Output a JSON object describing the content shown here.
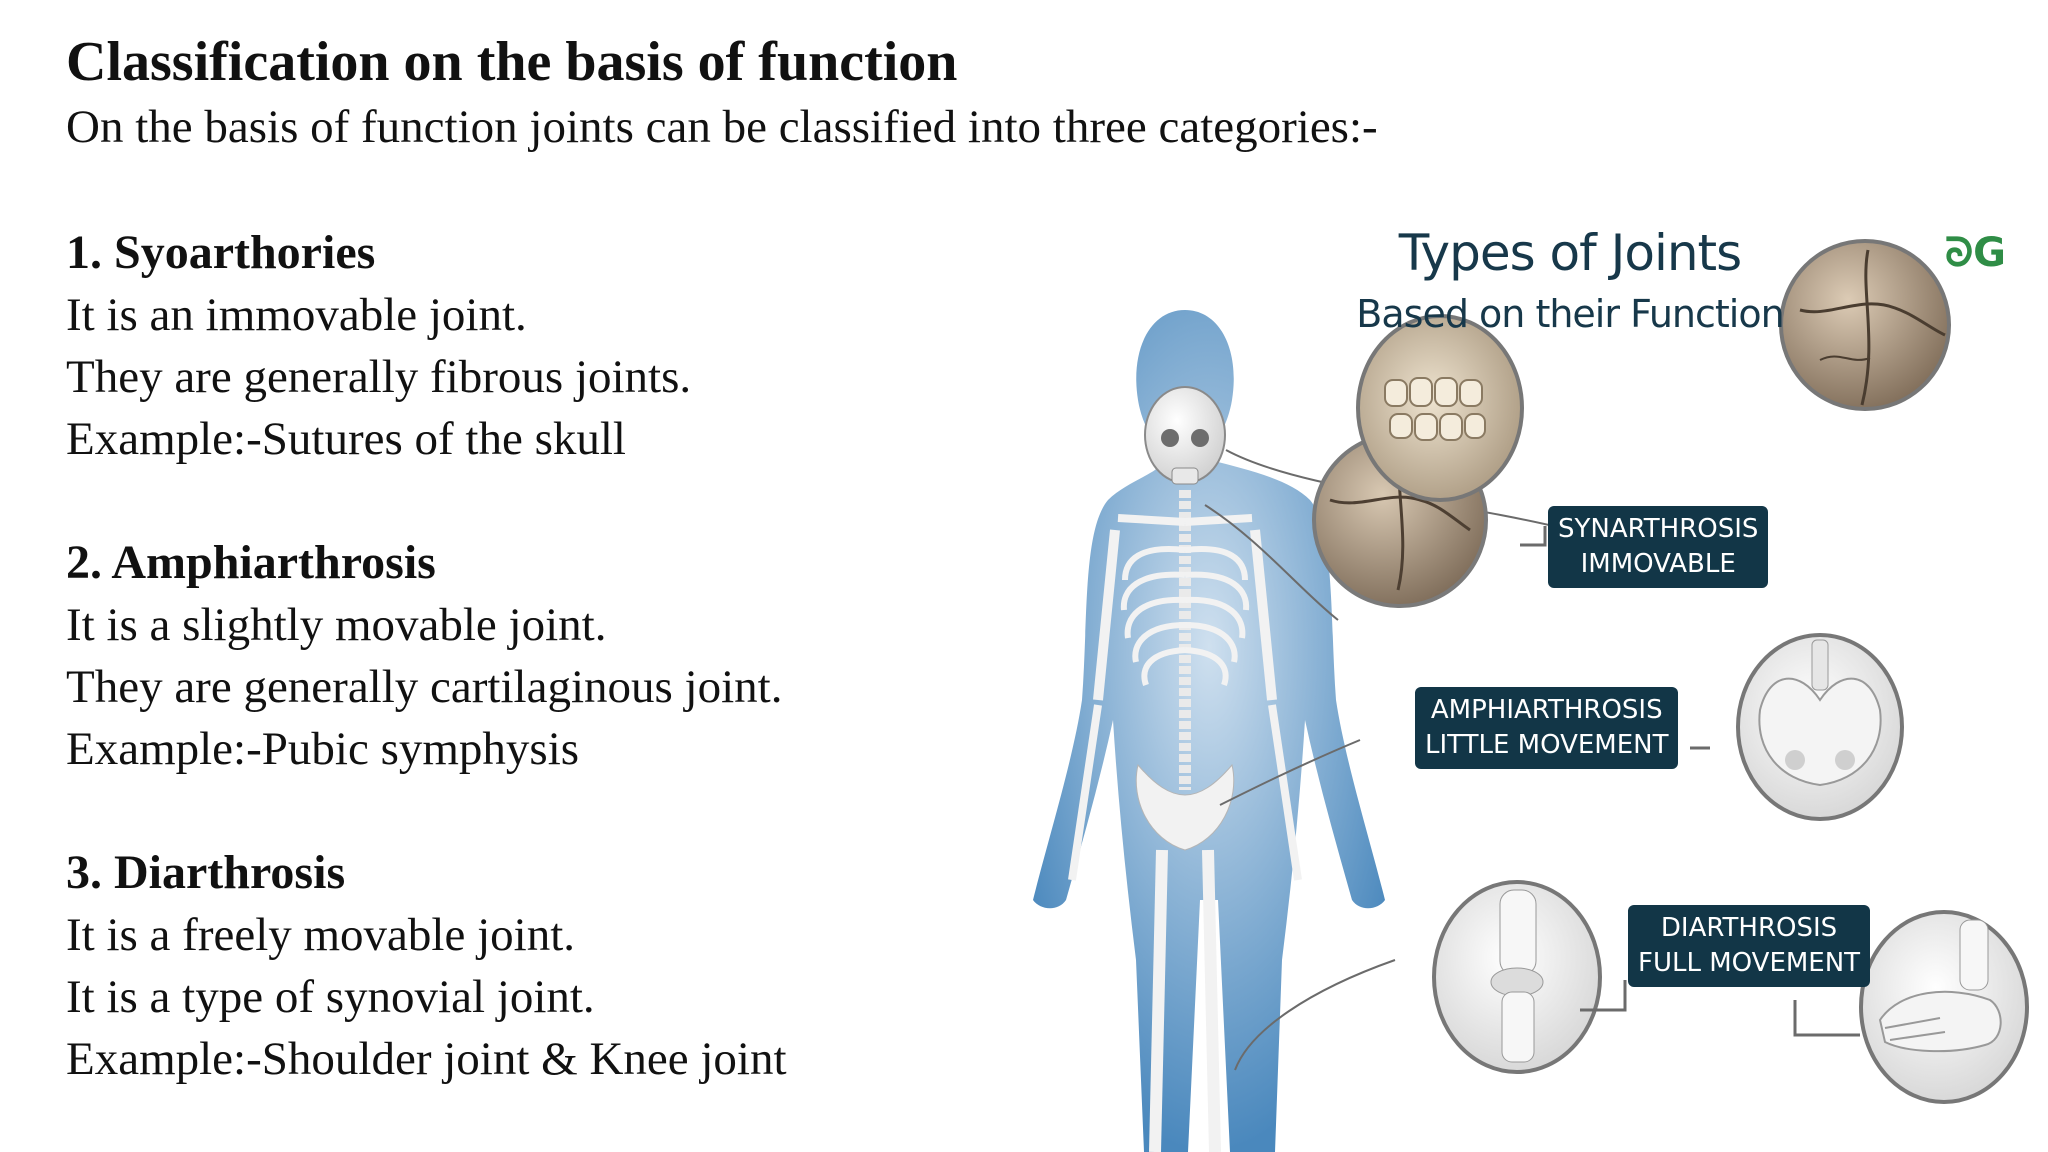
{
  "slide": {
    "title": "Classification on the basis of function",
    "subtitle": "On the basis of function joints can be classified into three categories:-"
  },
  "sections": [
    {
      "heading": "1. Syoarthories",
      "lines": [
        "It is an immovable joint.",
        "They are generally fibrous joints.",
        "Example:-Sutures of the skull"
      ]
    },
    {
      "heading": "2. Amphiarthrosis",
      "lines": [
        "It is a slightly movable joint.",
        "They are generally cartilaginous joint.",
        "Example:-Pubic symphysis"
      ]
    },
    {
      "heading": "3. Diarthrosis",
      "lines": [
        "It is a freely movable joint.",
        "It is a type of synovial joint.",
        "Example:-Shoulder joint & Knee joint"
      ]
    }
  ],
  "infographic": {
    "title": "Types of Joints",
    "subtitle": "Based on their Function",
    "logo": "ᘐG",
    "tags": [
      {
        "line1": "SYNARTHROSIS",
        "line2": "IMMOVABLE"
      },
      {
        "line1": "AMPHIARTHROSIS",
        "line2": "LITTLE MOVEMENT"
      },
      {
        "line1": "DIARTHROSIS",
        "line2": "FULL MOVEMENT"
      }
    ],
    "colors": {
      "tag_bg": "#123647",
      "title": "#17384a",
      "body_blue": "#4a88bd",
      "logo": "#2f8d46"
    },
    "icons": [
      "skeleton-figure",
      "skull-suture-image",
      "teeth-image",
      "pelvis-image",
      "knee-image",
      "foot-image"
    ]
  }
}
